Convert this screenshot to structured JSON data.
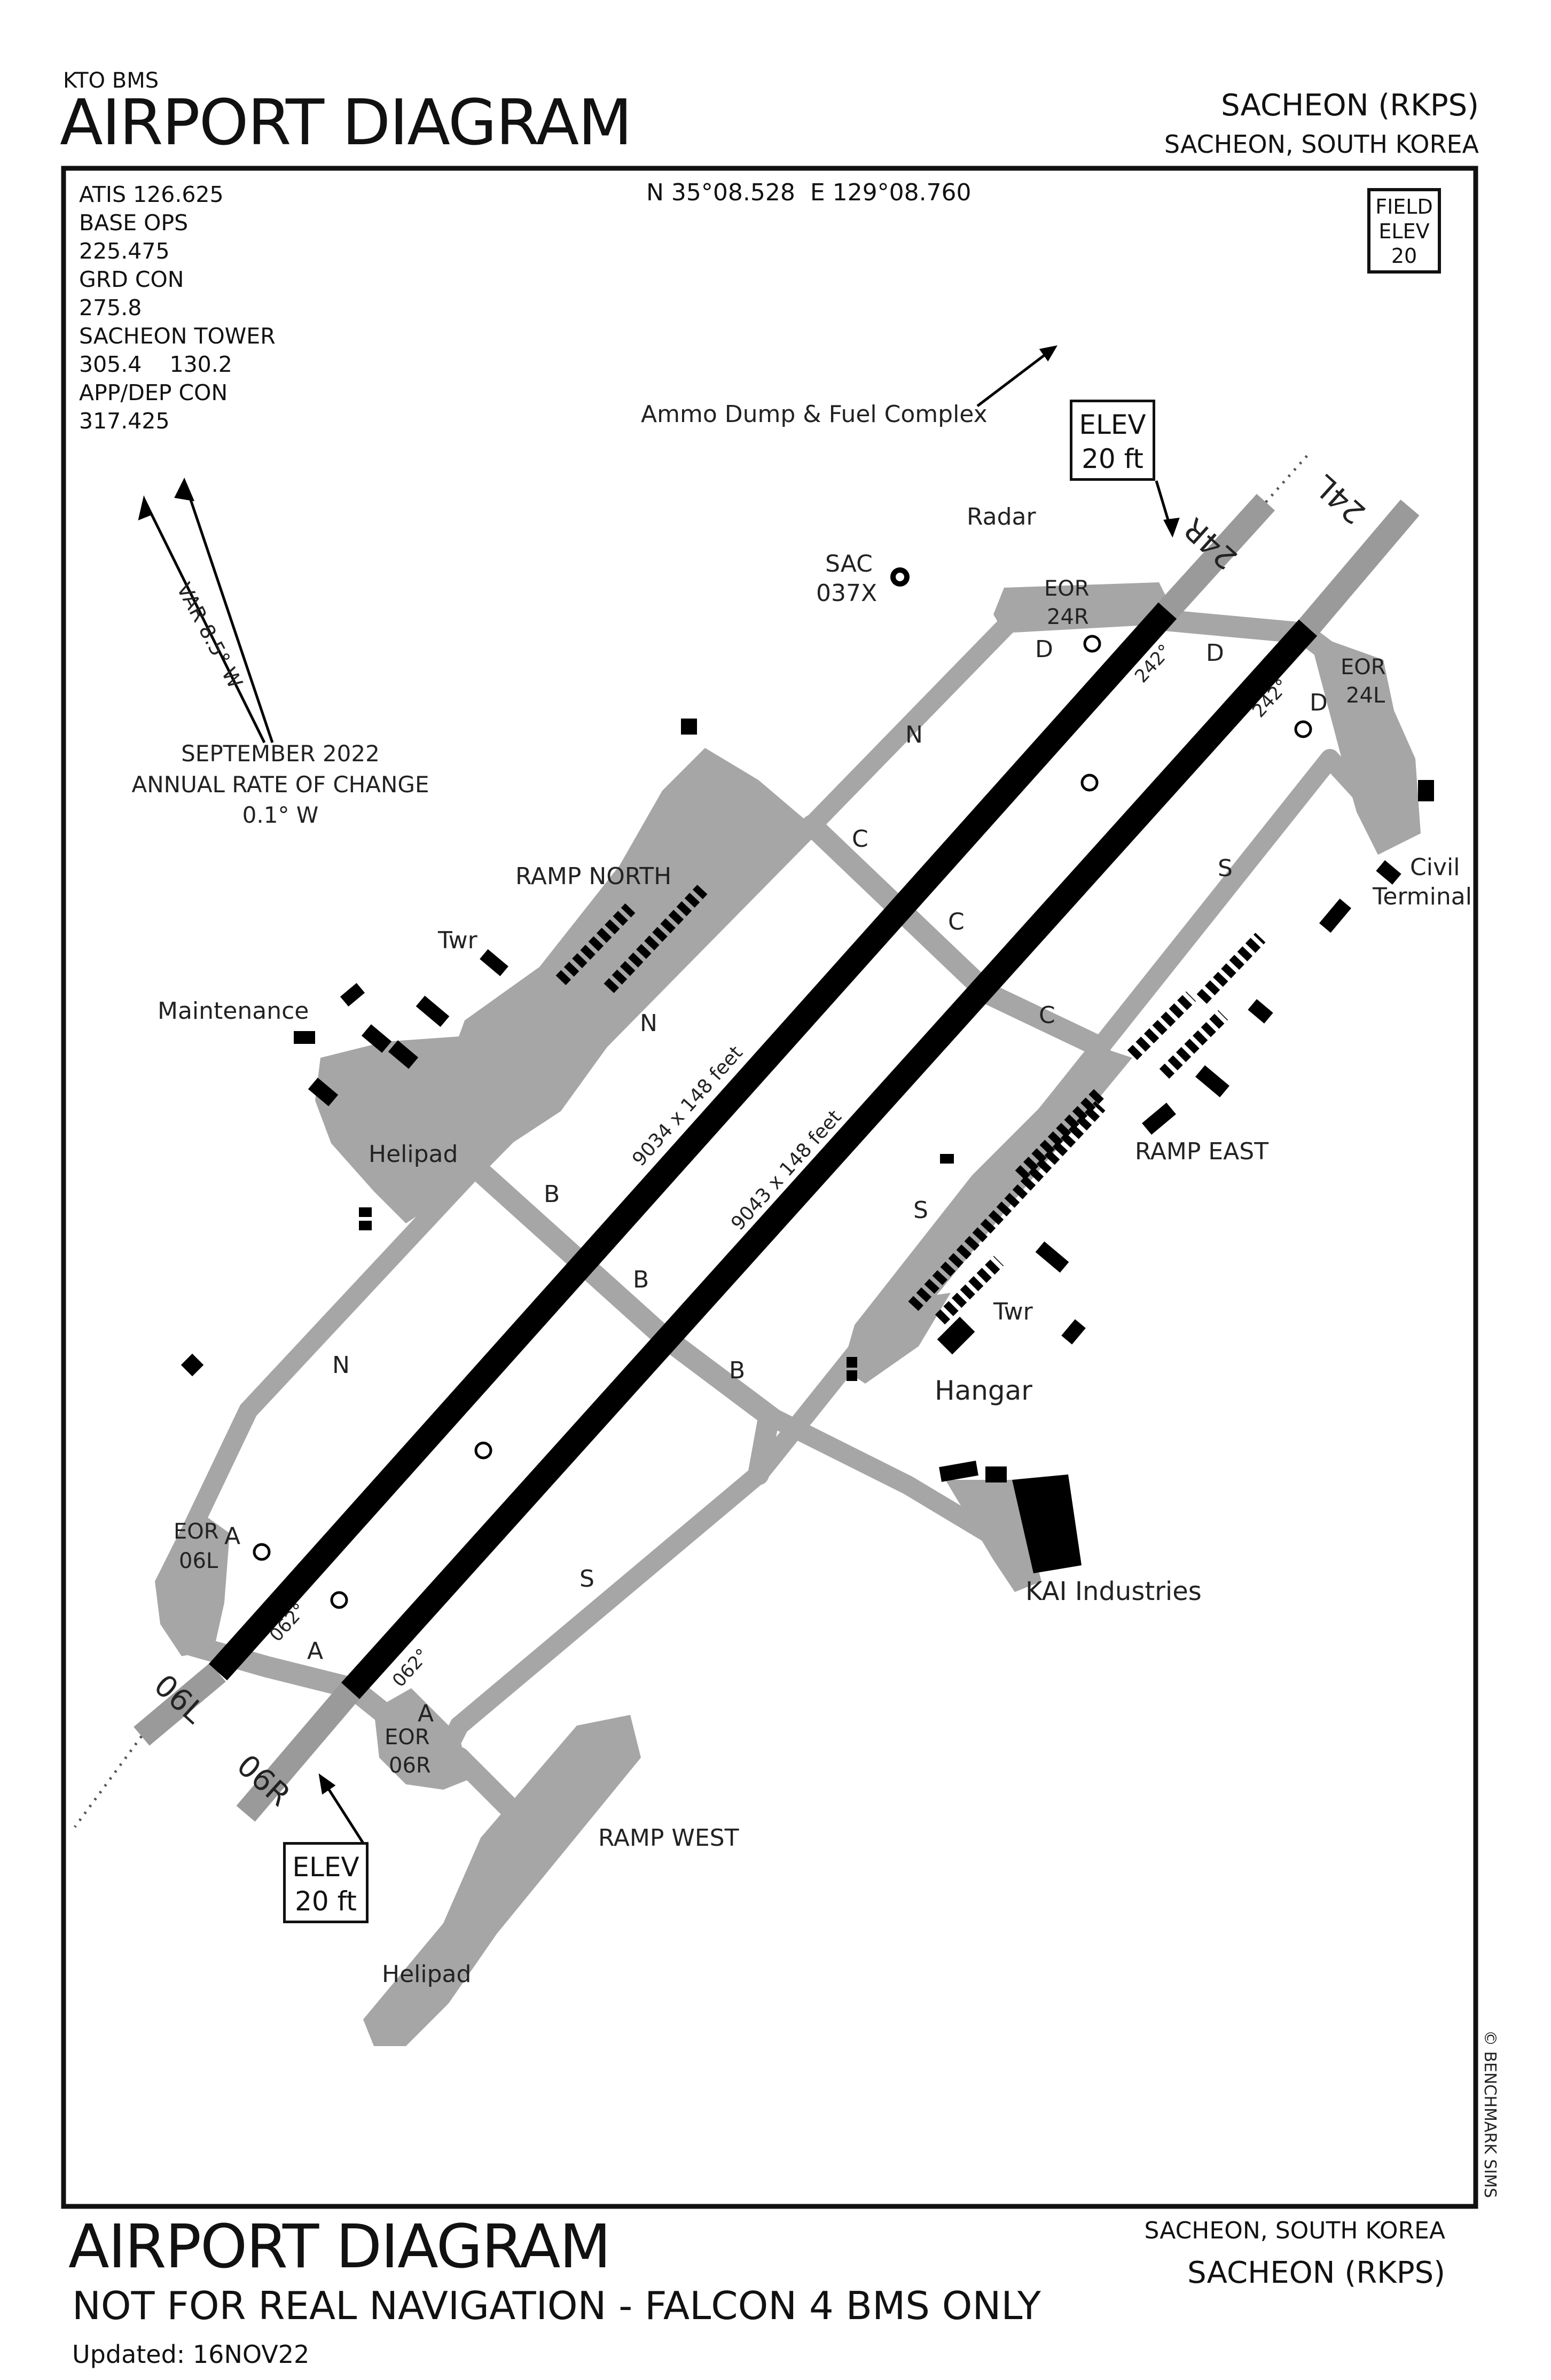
{
  "header": {
    "source": "KTO BMS",
    "title": "AIRPORT DIAGRAM",
    "airport": "SACHEON (RKPS)",
    "location": "SACHEON, SOUTH KOREA"
  },
  "frequencies": [
    "ATIS   126.625",
    "BASE OPS",
    "225.475",
    "GRD CON",
    "275.8",
    "SACHEON  TOWER",
    "305.4    130.2",
    "APP/DEP CON",
    "317.425"
  ],
  "coordinates": "N 35°08.528  E 129°08.760",
  "field_elev": {
    "line1": "FIELD",
    "line2": "ELEV",
    "value": "20"
  },
  "magnetic": {
    "variation": "VAR 8.5° W",
    "date": "SEPTEMBER 2022",
    "rate_label": "ANNUAL RATE OF CHANGE",
    "rate": "0.1° W"
  },
  "elev_boxes": [
    {
      "line1": "ELEV",
      "line2": "20 ft"
    },
    {
      "line1": "ELEV",
      "line2": "20 ft"
    }
  ],
  "runways": [
    {
      "ends": [
        "06L",
        "24R"
      ],
      "dimensions": "9034 x 148 feet",
      "headings": [
        "062°",
        "242°"
      ]
    },
    {
      "ends": [
        "06R",
        "24L"
      ],
      "dimensions": "9043 x 148 feet",
      "headings": [
        "062°",
        "242°"
      ]
    }
  ],
  "labels": {
    "ammo": "Ammo Dump & Fuel Complex",
    "radar": "Radar",
    "sac": "SAC",
    "sac_channel": "037X",
    "ramp_north": "RAMP NORTH",
    "twr": "Twr",
    "maintenance": "Maintenance",
    "helipad": "Helipad",
    "ramp_east": "RAMP EAST",
    "hangar": "Hangar",
    "kai": "KAI Industries",
    "ramp_west": "RAMP WEST",
    "civil": "Civil",
    "terminal": "Terminal",
    "eor": "EOR",
    "eor_24r": "24R",
    "eor_24l": "24L",
    "eor_06l": "06L",
    "eor_06r": "06R"
  },
  "taxiways": {
    "a": "A",
    "b": "B",
    "c": "C",
    "d": "D",
    "n": "N",
    "s": "S"
  },
  "copyright": "© BENCHMARK SIMS",
  "footer": {
    "title": "AIRPORT DIAGRAM",
    "disclaimer": "NOT FOR REAL NAVIGATION - FALCON 4 BMS ONLY",
    "updated": "Updated: 16NOV22",
    "location": "SACHEON, SOUTH KOREA",
    "airport": "SACHEON (RKPS)"
  }
}
